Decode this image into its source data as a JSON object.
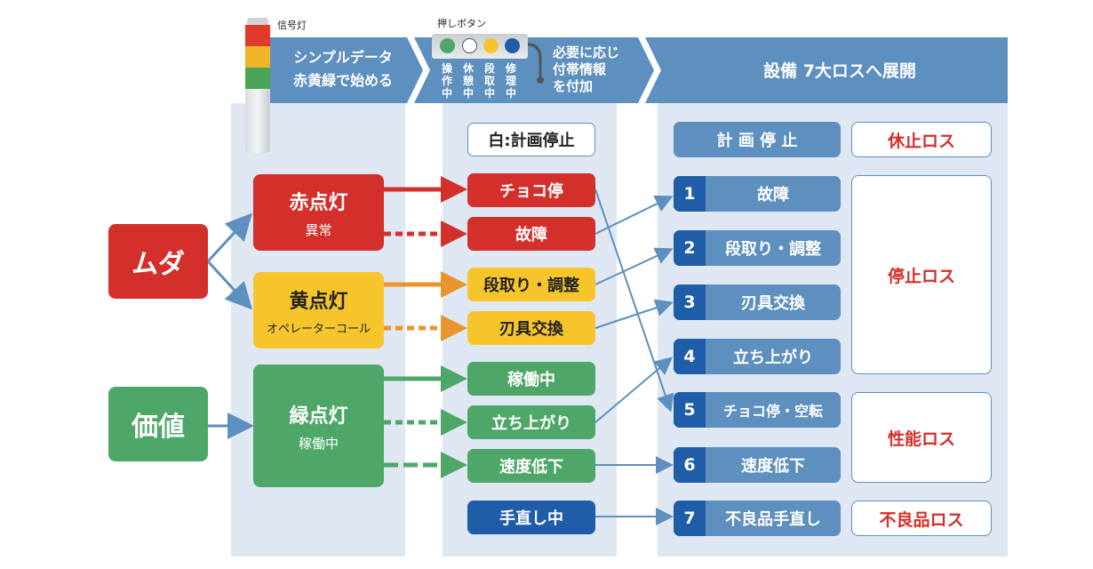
{
  "signal_tower": {
    "label": "信号灯",
    "colors": [
      "#d3302c",
      "#f6c52c",
      "#4ea768"
    ]
  },
  "pushbutton": {
    "label": "押しボタン",
    "buttons": [
      {
        "color": "#4ea768",
        "label": [
          "操",
          "作",
          "中"
        ]
      },
      {
        "color": "#ffffff",
        "label": [
          "休",
          "憩",
          "中"
        ]
      },
      {
        "color": "#f6c52c",
        "label": [
          "段",
          "取",
          "中"
        ]
      },
      {
        "color": "#1f5da8",
        "label": [
          "修",
          "理",
          "中"
        ]
      }
    ]
  },
  "banner": {
    "step1_line1": "シンプルデータ",
    "step1_line2": "赤黄緑で始める",
    "step2_line1": "必要に応じ",
    "step2_line2": "付帯情報",
    "step2_line3": "を付加",
    "step3": "設備 7大ロスへ展開"
  },
  "left": {
    "muda": "ムダ",
    "kachi": "価値"
  },
  "lamps": {
    "red": {
      "title": "赤点灯",
      "sub": "異常"
    },
    "yellow": {
      "title": "黄点灯",
      "sub": "オペレーターコール"
    },
    "green": {
      "title": "緑点灯",
      "sub": "稼働中"
    }
  },
  "states": {
    "white_planned": "白:計画停止",
    "choko": "チョコ停",
    "kosho": "故障",
    "dandori": "段取り・調整",
    "hagu": "刃具交換",
    "kado": "稼働中",
    "tachiagari": "立ち上がり",
    "sokudo": "速度低下",
    "tenaoshi": "手直し中"
  },
  "losses": {
    "planned": "計 画 停 止",
    "items": [
      {
        "num": "1",
        "label": "故障"
      },
      {
        "num": "2",
        "label": "段取り・調整"
      },
      {
        "num": "3",
        "label": "刃具交換"
      },
      {
        "num": "4",
        "label": "立ち上がり"
      },
      {
        "num": "5",
        "label": "チョコ停・空転"
      },
      {
        "num": "6",
        "label": "速度低下"
      },
      {
        "num": "7",
        "label": "不良品手直し"
      }
    ]
  },
  "categories": {
    "kyushi": "休止ロス",
    "teishi": "停止ロス",
    "seino": "性能ロス",
    "furyo": "不良品ロス"
  },
  "colors": {
    "red": "#d3302c",
    "yellow": "#f6c52c",
    "green": "#4ea768",
    "navy": "#1f5da8",
    "steel": "#5d8fbf",
    "orange": "#e8952d"
  }
}
